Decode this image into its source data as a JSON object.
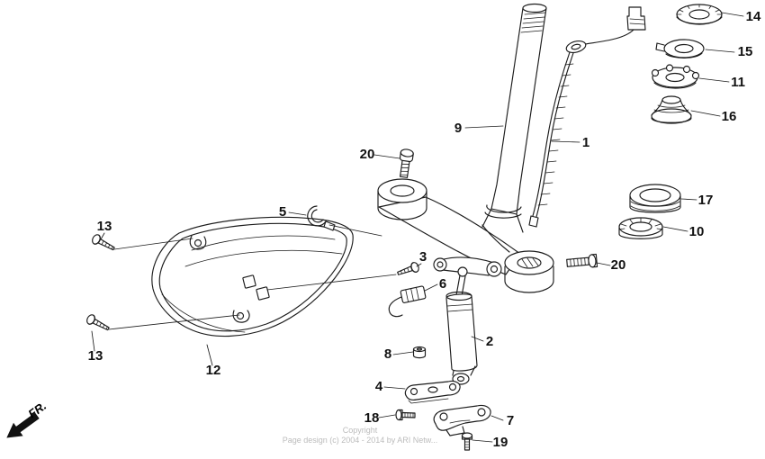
{
  "canvas": {
    "background": "#ffffff",
    "line_color": "#1c1c1c",
    "label_color": "#111111",
    "watermark_color": "#bcbcbc"
  },
  "fr_indicator": {
    "label": "FR."
  },
  "watermark": {
    "line1": "Copyright",
    "line2": "Page design (c) 2004 - 2014 by ARI Netw..."
  },
  "labels": [
    "14",
    "15",
    "11",
    "16",
    "1",
    "9",
    "17",
    "10",
    "20",
    "20",
    "5",
    "13",
    "13",
    "3",
    "6",
    "2",
    "8",
    "4",
    "18",
    "7",
    "19",
    "12"
  ]
}
